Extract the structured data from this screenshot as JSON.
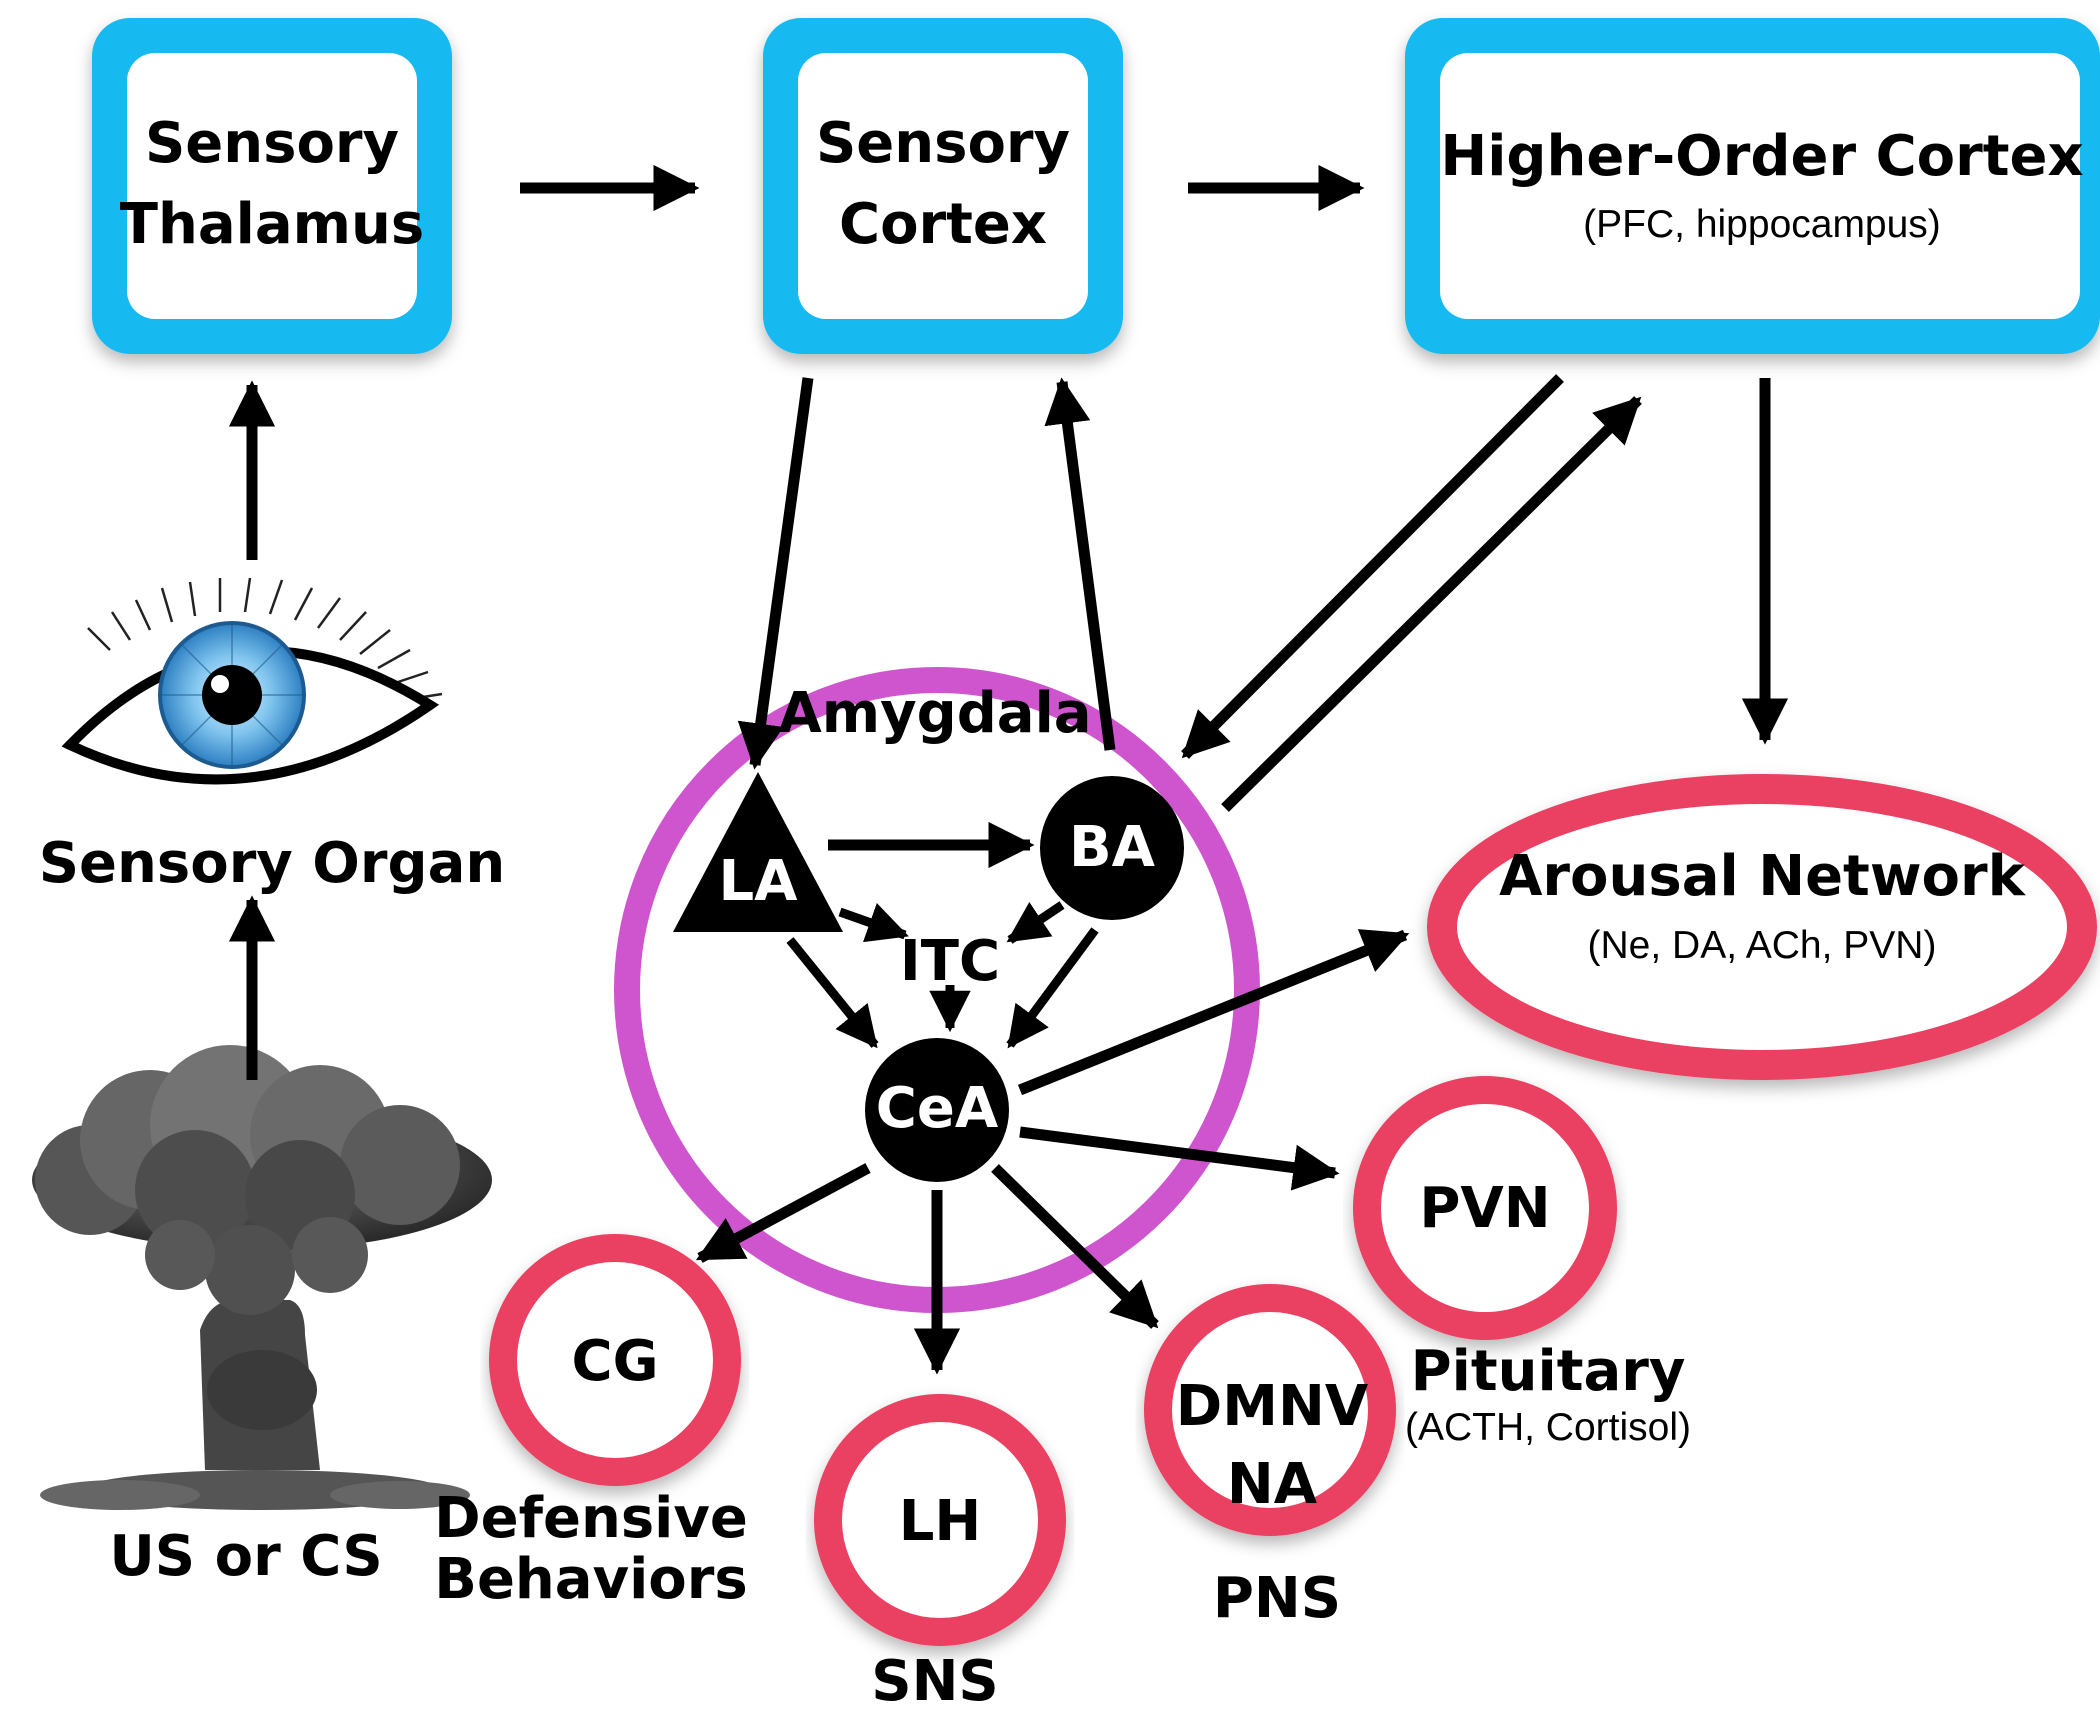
{
  "colors": {
    "box_frame": "#19b9f0",
    "amygdala_ring": "#cf55cf",
    "target_ring": "#ea3f62",
    "arrow": "#000000",
    "background": "#ffffff"
  },
  "nodes": {
    "sensory_thalamus": {
      "line1": "Sensory",
      "line2": "Thalamus"
    },
    "sensory_cortex": {
      "line1": "Sensory",
      "line2": "Cortex"
    },
    "higher_order_cortex": {
      "title": "Higher-Order Cortex",
      "subtitle": "(PFC, hippocampus)"
    },
    "sensory_organ": {
      "label": "Sensory Organ",
      "icon": "eye-icon"
    },
    "stimulus": {
      "label": "US or CS",
      "icon": "mushroom-cloud-icon"
    },
    "amygdala": {
      "label": "Amygdala"
    },
    "la": {
      "label": "LA"
    },
    "ba": {
      "label": "BA"
    },
    "itc": {
      "label": "ITC"
    },
    "cea": {
      "label": "CeA"
    },
    "arousal_network": {
      "title": "Arousal Network",
      "subtitle": "(Ne, DA, ACh, PVN)"
    },
    "pvn": {
      "label": "PVN",
      "caption_line1": "Pituitary",
      "caption_line2": "(ACTH, Cortisol)"
    },
    "cg": {
      "label": "CG",
      "caption_line1": "Defensive",
      "caption_line2": "Behaviors"
    },
    "lh": {
      "label": "LH",
      "caption": "SNS"
    },
    "dmnv": {
      "line1": "DMNV",
      "line2": "NA",
      "caption": "PNS"
    }
  }
}
